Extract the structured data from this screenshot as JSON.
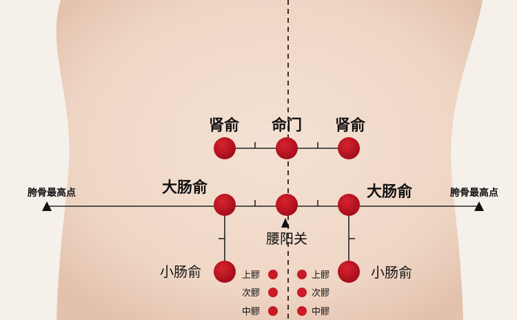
{
  "colors": {
    "skin": "#f1dccd",
    "background": "#f6f0ea",
    "acupoint": "#b3121f",
    "line": "#222222"
  },
  "labels": {
    "shenshu_left": "肾俞",
    "mingmen": "命门",
    "shenshu_right": "肾俞",
    "dachangshu_left": "大肠俞",
    "dachangshu_right": "大肠俞",
    "kuagu_left": "胯骨最高点",
    "kuagu_right": "胯骨最高点",
    "yaoyangguan": "腰阳关",
    "xiaochangshu_left": "小肠俞",
    "xiaochangshu_right": "小肠俞",
    "shangliao_left": "上髎",
    "ciliao_left": "次髎",
    "zhongliao_left": "中髎",
    "shangliao_right": "上髎",
    "ciliao_right": "次髎",
    "zhongliao_right": "中髎"
  }
}
